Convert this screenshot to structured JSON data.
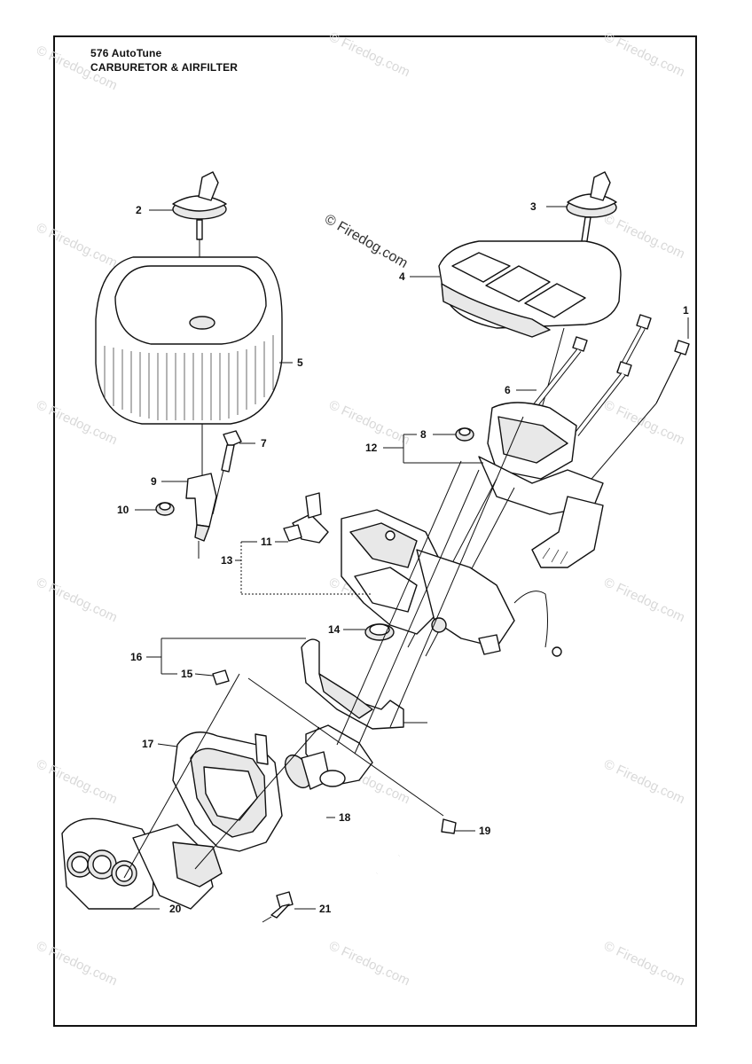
{
  "title": {
    "model": "576 AutoTune",
    "section": "CARBURETOR & AIRFILTER"
  },
  "watermark": {
    "main": "© Firedog.com",
    "repeat": "© Firedog.com"
  },
  "callouts": [
    "1",
    "2",
    "3",
    "4",
    "5",
    "6",
    "7",
    "8",
    "9",
    "10",
    "11",
    "12",
    "13",
    "14",
    "15",
    "16",
    "17",
    "18",
    "19",
    "20",
    "21"
  ],
  "colors": {
    "line": "#111111",
    "watermark": "#d9d9d9",
    "background": "#ffffff"
  }
}
